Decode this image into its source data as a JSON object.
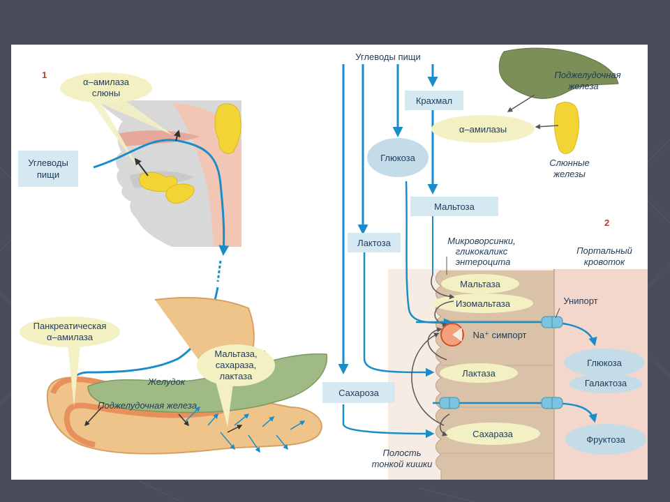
{
  "colors": {
    "background": "#4a4c5a",
    "flow_arrow": "#1a8cc8",
    "label_box": "#d6e9f2",
    "enzyme_bubble": "#f3f1c4",
    "gland": "#f2d535",
    "cell": "#d9c2a8",
    "blood": "#f3d6cc"
  },
  "panel1": {
    "number": "1",
    "salivary_amylase": [
      "α–амилаза",
      "слюны"
    ],
    "food_carbs": [
      "Углеводы",
      "пищи"
    ],
    "pancreatic_amylase": [
      "Панкреатическая",
      "α–амилаза"
    ],
    "brush_enzymes": [
      "Мальтаза,",
      "сахараза,",
      "лактаза"
    ],
    "stomach": "Желудок",
    "pancreas": "Поджелудочная железа"
  },
  "panel2": {
    "number": "2",
    "food_carbs": "Углеводы пищи",
    "starch": "Крахмал",
    "pancreas_gland": [
      "Поджелудочная",
      "железа"
    ],
    "amylases": "α–амилазы",
    "salivary_glands": [
      "Слюнные",
      "железы"
    ],
    "glucose_left": "Глюкоза",
    "maltose": "Мальтоза",
    "lactose": "Лактоза",
    "sucrose": "Сахароза",
    "microvilli": [
      "Микроворсинки,",
      "гликокаликс",
      "энтероцита"
    ],
    "portal_flow": [
      "Портальный",
      "кровоток"
    ],
    "maltase": "Мальтаза",
    "isomaltase": "Изомальтаза",
    "na_symport": "Na⁺ симпорт",
    "lactase": "Лактаза",
    "sucrase": "Сахараза",
    "uniport": "Унипорт",
    "glucose_right": "Глюкоза",
    "galactose": "Галактоза",
    "fructose": "Фруктоза",
    "lumen": [
      "Полость",
      "тонкой кишки"
    ]
  }
}
